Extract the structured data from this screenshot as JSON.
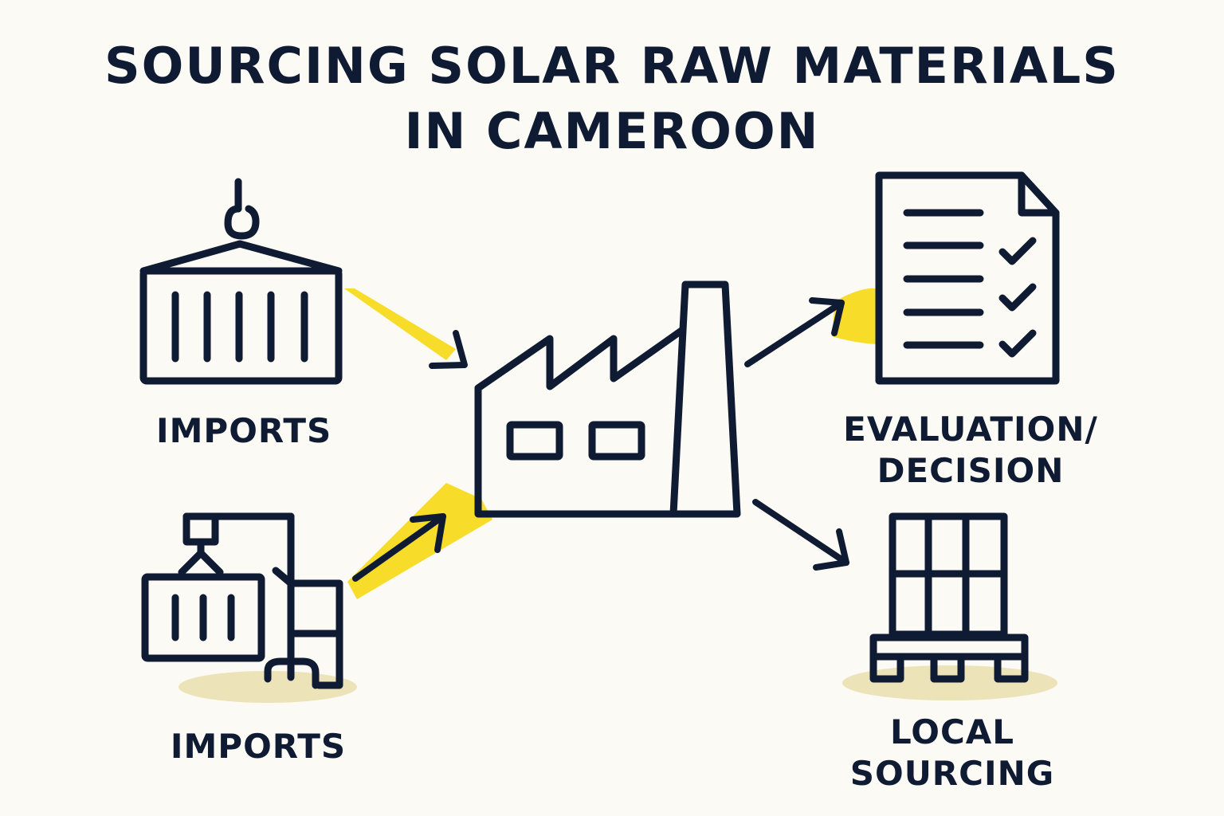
{
  "title": {
    "line1": "SOURCING SOLAR RAW MATERIALS",
    "line2": "IN CAMEROON"
  },
  "labels": {
    "imports_top": "IMPORTS",
    "imports_bottom": "IMPORTS",
    "evaluation_line1": "EVALUATION/",
    "evaluation_line2": "DECISION",
    "local_line1": "LOCAL",
    "local_line2": "SOURCING"
  },
  "colors": {
    "ink": "#0f1b33",
    "highlight": "#f7dc2a",
    "shadow": "#ece3b8",
    "background": "#fbfaf4"
  },
  "icons": {
    "imports_top": "shipping-container-crane-hook-icon",
    "imports_bottom": "container-crane-icon",
    "center": "factory-icon",
    "evaluation": "checklist-document-icon",
    "local": "solar-panel-pallet-icon"
  }
}
